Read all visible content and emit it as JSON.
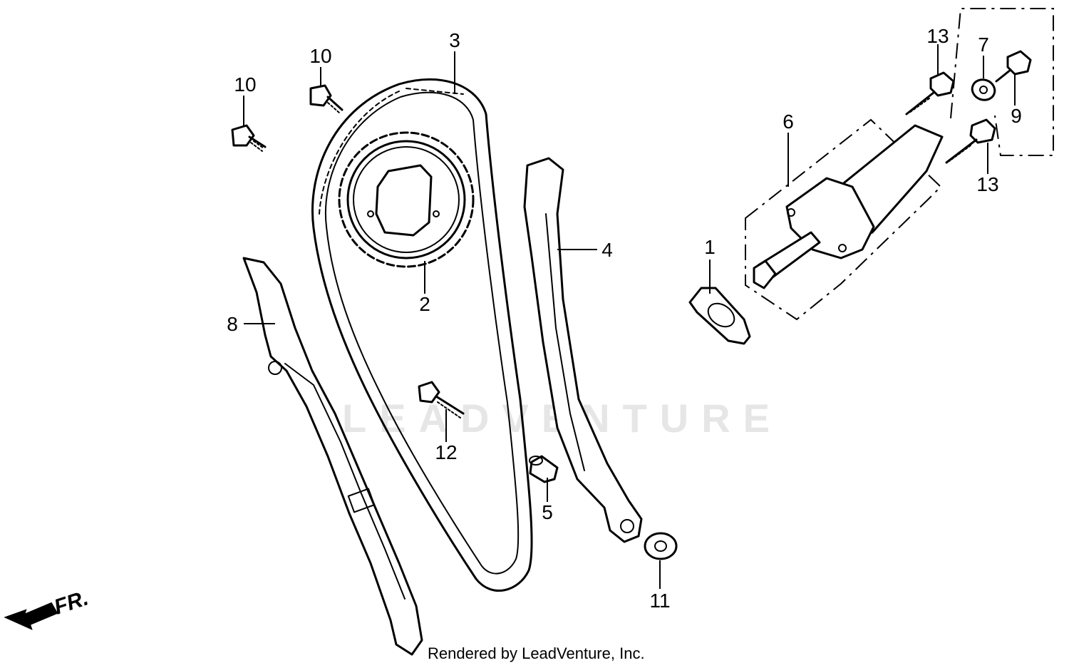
{
  "watermark": "LEADVENTURE",
  "credit": "Rendered by LeadVenture, Inc.",
  "direction_label": "FR.",
  "callouts": {
    "c1": "1",
    "c2": "2",
    "c3": "3",
    "c4": "4",
    "c5": "5",
    "c6": "6",
    "c7": "7",
    "c8": "8",
    "c9": "9",
    "c10a": "10",
    "c10b": "10",
    "c11": "11",
    "c12": "12",
    "c13a": "13",
    "c13b": "13"
  }
}
